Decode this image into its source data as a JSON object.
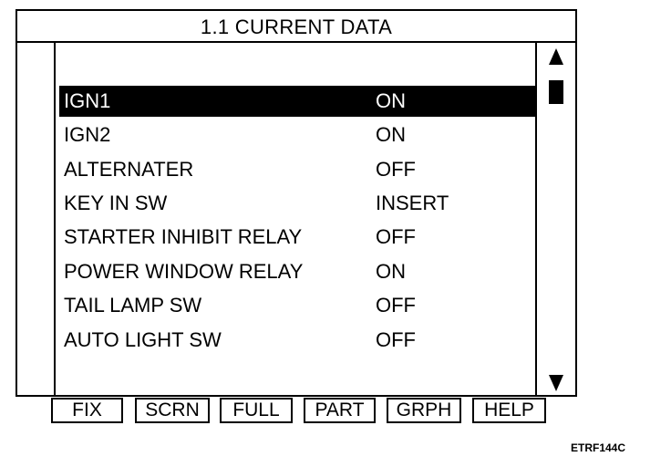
{
  "screen": {
    "title": "1.1 CURRENT DATA"
  },
  "data_list": {
    "selected_index": 0,
    "rows": [
      {
        "label": "IGN1",
        "value": "ON"
      },
      {
        "label": "IGN2",
        "value": "ON"
      },
      {
        "label": "ALTERNATER",
        "value": "OFF"
      },
      {
        "label": "KEY IN SW",
        "value": "INSERT"
      },
      {
        "label": "STARTER INHIBIT RELAY",
        "value": "OFF"
      },
      {
        "label": "POWER WINDOW RELAY",
        "value": "ON"
      },
      {
        "label": "TAIL LAMP SW",
        "value": "OFF"
      },
      {
        "label": "AUTO LIGHT SW",
        "value": "OFF"
      }
    ]
  },
  "scrollbar": {
    "up_icon": "arrow-up-icon",
    "down_icon": "arrow-down-icon"
  },
  "function_keys": [
    "FIX",
    "SCRN",
    "FULL",
    "PART",
    "GRPH",
    "HELP"
  ],
  "figure_code": "ETRF144C",
  "colors": {
    "foreground": "#000000",
    "background": "#ffffff",
    "selection_background": "#000000",
    "selection_text": "#ffffff"
  }
}
